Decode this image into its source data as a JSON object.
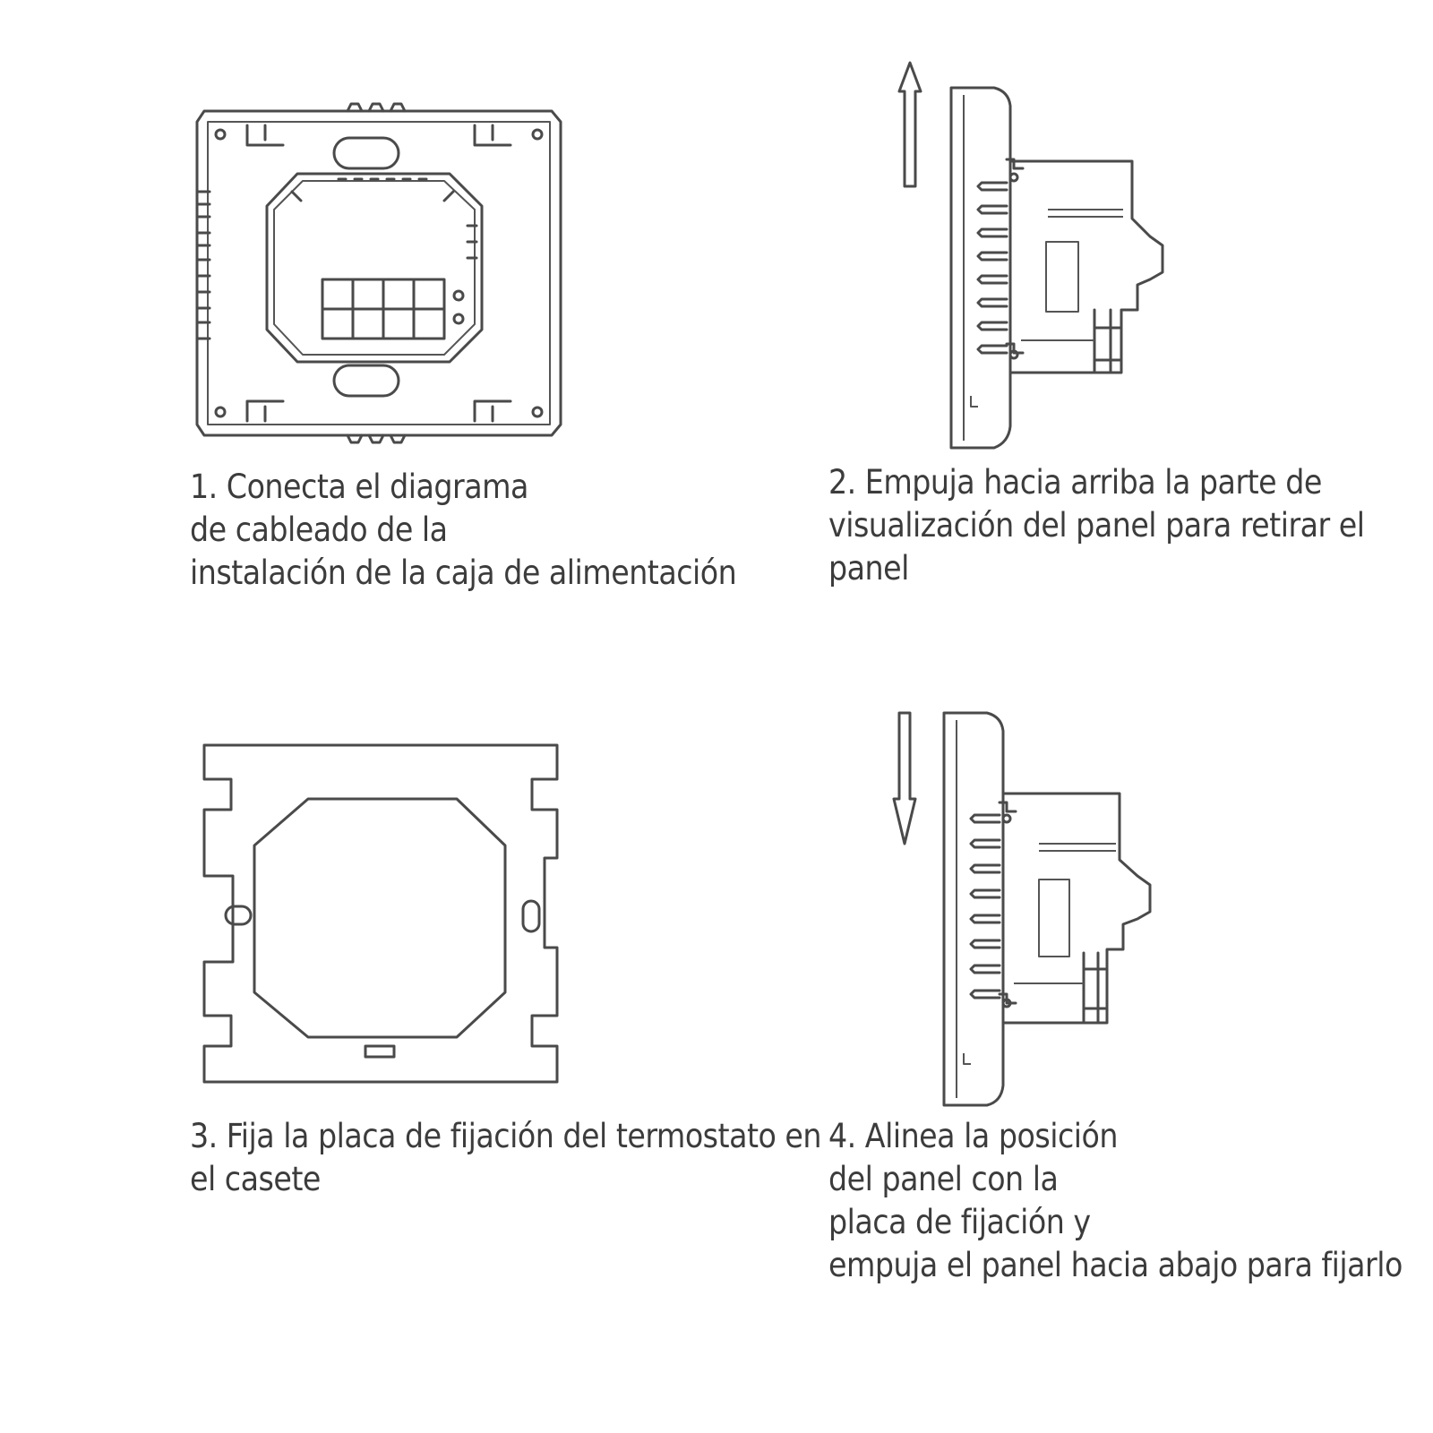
{
  "steps": [
    {
      "id": 1,
      "figure_icon": "back-plate-wiring-icon",
      "caption_lines": [
        "1. Conecta el diagrama",
        "de cableado de la",
        "instalación de la caja de alimentación"
      ]
    },
    {
      "id": 2,
      "figure_icon": "panel-side-push-up-icon",
      "arrow": "up",
      "caption_lines": [
        "2. Empuja hacia arriba la parte de",
        "visualización del panel para retirar el",
        "panel"
      ]
    },
    {
      "id": 3,
      "figure_icon": "mounting-plate-icon",
      "caption_lines": [
        "3. Fija la placa de fijación del termostato en",
        "el casete"
      ]
    },
    {
      "id": 4,
      "figure_icon": "panel-side-push-down-icon",
      "arrow": "down",
      "caption_lines": [
        "4. Alinea la posición",
        "del panel con la",
        "placa de fijación y",
        "empuja el panel hacia abajo para fijarlo"
      ]
    }
  ],
  "colors": {
    "line": "#4a4a4a",
    "text": "#3c3c3c",
    "background": "#ffffff"
  }
}
